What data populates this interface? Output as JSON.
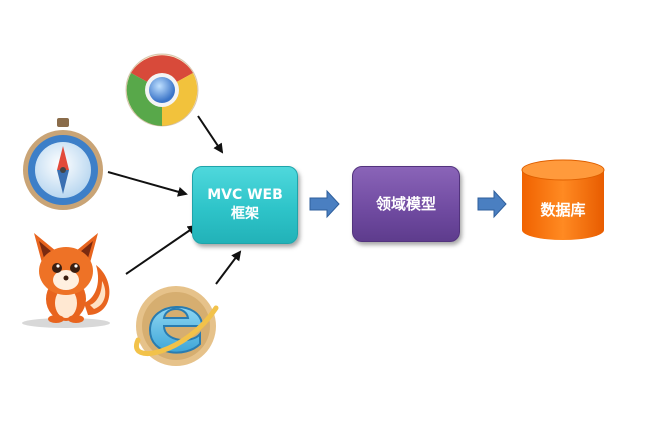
{
  "nodes": {
    "mvc_framework": "MVC WEB 框架",
    "domain_model": "领域模型",
    "database": "数据库"
  },
  "icons": [
    "chrome-icon",
    "safari-icon",
    "firefox-icon",
    "ie-icon"
  ],
  "colors": {
    "mvc_box": "#2ec4c9",
    "domain_box": "#6f4aa0",
    "database": "#ff7200",
    "flow_arrow": "#4a7fc1"
  }
}
